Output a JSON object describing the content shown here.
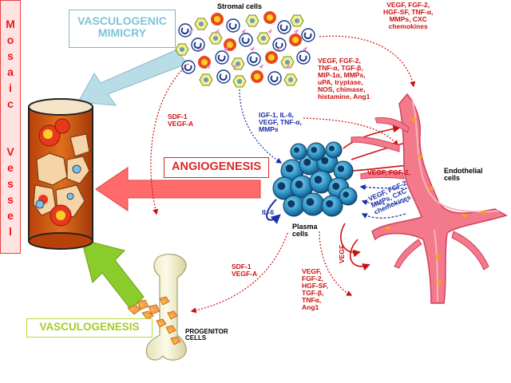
{
  "stromal_cells_label": "Stromal cells",
  "vasculogenic_mimicry_label": "VASCULOGENIC\nMIMICRY",
  "angiogenesis_label": "ANGIOGENESIS",
  "vasculogenesis_label": "VASCULOGENESIS",
  "mosaic_vessel_letters": [
    "M",
    "o",
    "s",
    "a",
    "i",
    "c",
    "V",
    "e",
    "s",
    "s",
    "e",
    "l"
  ],
  "endothelial_label": "Endothelial\ncells",
  "plasma_label": "Plasma\ncells",
  "progenitor_label": "PROGENITOR\nCELLS",
  "il6_label": "IL-6",
  "factors": {
    "top_right": "VEGF, FGF-2,\nHGF-SF, TNF-α,\nMMPs, CXC\nchemokines",
    "middle_list": "VEGF, FGF-2,\nTNF-α, TGF-β,\nMIP-1α, MMPs,\nuPA, tryptase,\nNOS, chimase,\nhistamine, Ang1",
    "sdf_top": "SDF-1\nVEGF-A",
    "sdf_bottom": "SDF-1\nVEGF-A",
    "blue_upper": "IGF-1, IL-6,\nVEGF, TNF-α,\nMMPs",
    "vegf_fgf": "VEGF, FGF-2,",
    "blue_right": "VEGF, FGF-2\nMMPs, CXC\nchemokines",
    "vegf_vertical": "VEGF",
    "bottom_list": "VEGF,\nFGF-2,\nHGF-SF,\nTGF-β,\nTNFα,\nAng1"
  },
  "colors": {
    "red_text": "#cc1111",
    "blue_text": "#1a2fa8",
    "vasculogenic_mimicry": "#7ec4d6",
    "vasculogenesis": "#a6cc2a",
    "angiogenesis": "#d62a2a",
    "mosaic": "#e02020"
  }
}
